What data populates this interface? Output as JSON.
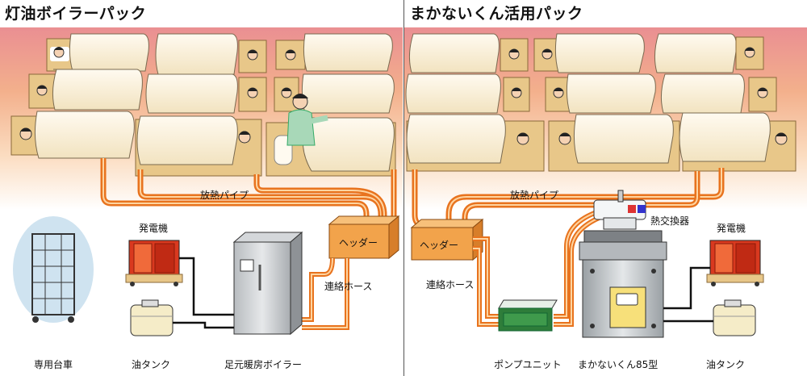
{
  "left_panel": {
    "title": "灯油ボイラーパック",
    "labels": {
      "pipe": "放熱パイプ",
      "header": "ヘッダー",
      "hose": "連絡ホース",
      "generator": "発電機",
      "oil_tank": "油タンク",
      "cart": "専用台車",
      "boiler": "足元暖房ボイラー"
    }
  },
  "right_panel": {
    "title": "まかないくん活用パック",
    "labels": {
      "pipe": "放熱パイプ",
      "header": "ヘッダー",
      "hose": "連絡ホース",
      "heat_exchanger": "熱交換器",
      "generator": "発電機",
      "oil_tank": "油タンク",
      "pump_unit": "ポンプユニット",
      "stove": "まかないくん85型"
    }
  },
  "colors": {
    "floor_top": "#e98c8c",
    "floor_bottom": "#ffffff",
    "pipe_outer": "#e8731e",
    "header_box": "#f2a34b",
    "generator": "#d9391f",
    "pump_unit": "#2e7d3a",
    "futon": "#faf2dc",
    "mat": "#e8c789"
  }
}
